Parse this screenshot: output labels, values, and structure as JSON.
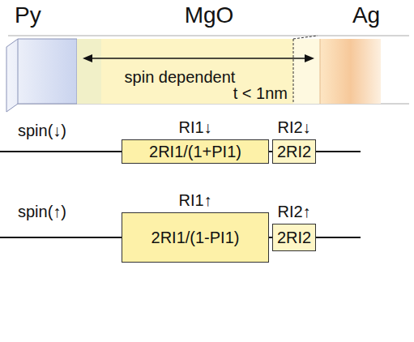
{
  "diagram": {
    "nodes": [
      {
        "text": [
          "RI1↓",
          "2RI1/(1+PI1)"
        ]
      },
      {
        "text": [
          "RI2↓",
          "2RI2"
        ]
      },
      {
        "text": [
          "RI1↑",
          "2RI1/(1-PI1)"
        ]
      },
      {
        "text": [
          "RI2↑",
          "2RI2"
        ]
      }
    ],
    "edges": [
      {
        "from": 0,
        "to": 1,
        "arrow": "none"
      },
      {
        "from": 2,
        "to": 3,
        "arrow": "none"
      }
    ],
    "labels": [
      "Py",
      "MgO",
      "Ag",
      "spin dependent",
      "t < 1nm",
      "spin(↓)",
      "spin(↑)"
    ]
  }
}
